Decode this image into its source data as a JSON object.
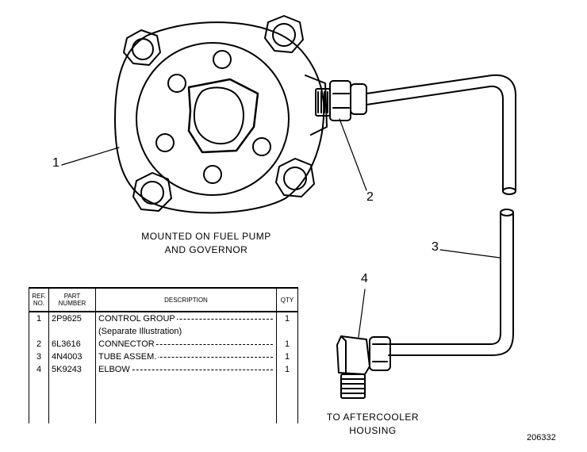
{
  "callouts": [
    "1",
    "2",
    "3",
    "4"
  ],
  "mount_caption": [
    "MOUNTED ON FUEL PUMP",
    "AND GOVERNOR"
  ],
  "aftercooler_caption": [
    "TO AFTERCOOLER",
    "HOUSING"
  ],
  "figure_number": "206332",
  "parts_table": {
    "headers": {
      "ref": [
        "REF.",
        "NO."
      ],
      "part": [
        "PART",
        "NUMBER"
      ],
      "description": "DESCRIPTION",
      "qty": "QTY"
    },
    "rows": [
      {
        "ref": "1",
        "part": "2P9625",
        "description": "CONTROL GROUP",
        "note": "(Separate Illustration)",
        "qty": "1"
      },
      {
        "ref": "2",
        "part": "6L3616",
        "description": "CONNECTOR",
        "qty": "1"
      },
      {
        "ref": "3",
        "part": "4N4003",
        "description": "TUBE ASSEM.",
        "qty": "1"
      },
      {
        "ref": "4",
        "part": "5K9243",
        "description": "ELBOW",
        "qty": "1"
      }
    ]
  }
}
